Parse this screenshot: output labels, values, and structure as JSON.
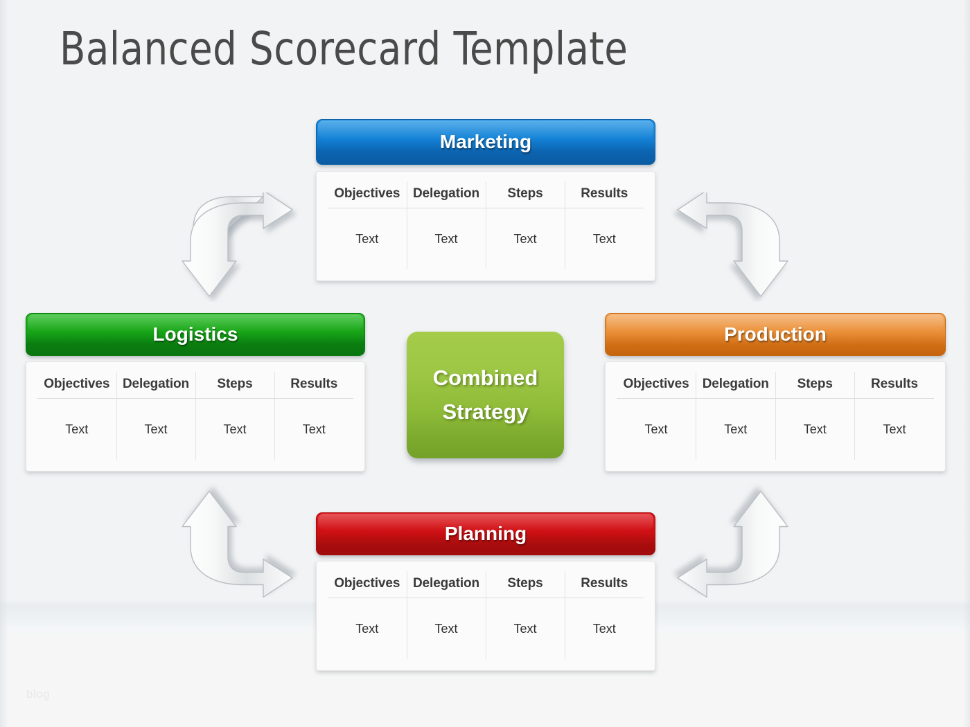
{
  "page": {
    "title": "Balanced Scorecard Template",
    "watermark": "blog",
    "background_color": "#f2f3f4"
  },
  "center": {
    "label_line1": "Combined",
    "label_line2": "Strategy",
    "color": "#9cc644"
  },
  "table_columns": [
    "Objectives",
    "Delegation",
    "Steps",
    "Results"
  ],
  "panels": [
    {
      "id": "marketing",
      "title": "Marketing",
      "color": "#1482d6",
      "position": "top",
      "columns": [
        "Objectives",
        "Delegation",
        "Steps",
        "Results"
      ],
      "rows": [
        [
          "Text",
          "Text",
          "Text",
          "Text"
        ]
      ]
    },
    {
      "id": "logistics",
      "title": "Logistics",
      "color": "#18a518",
      "position": "left",
      "columns": [
        "Objectives",
        "Delegation",
        "Steps",
        "Results"
      ],
      "rows": [
        [
          "Text",
          "Text",
          "Text",
          "Text"
        ]
      ]
    },
    {
      "id": "production",
      "title": "Production",
      "color": "#ea9039",
      "position": "right",
      "columns": [
        "Objectives",
        "Delegation",
        "Steps",
        "Results"
      ],
      "rows": [
        [
          "Text",
          "Text",
          "Text",
          "Text"
        ]
      ]
    },
    {
      "id": "planning",
      "title": "Planning",
      "color": "#cf1014",
      "position": "bottom",
      "columns": [
        "Objectives",
        "Delegation",
        "Steps",
        "Results"
      ],
      "rows": [
        [
          "Text",
          "Text",
          "Text",
          "Text"
        ]
      ]
    }
  ],
  "arrows": [
    {
      "id": "logistics-to-marketing",
      "icon": "curved-double-arrow-icon",
      "corner": "top-left"
    },
    {
      "id": "marketing-to-production",
      "icon": "curved-double-arrow-icon",
      "corner": "top-right"
    },
    {
      "id": "planning-to-logistics",
      "icon": "curved-double-arrow-icon",
      "corner": "bottom-left"
    },
    {
      "id": "production-to-planning",
      "icon": "curved-double-arrow-icon",
      "corner": "bottom-right"
    }
  ]
}
